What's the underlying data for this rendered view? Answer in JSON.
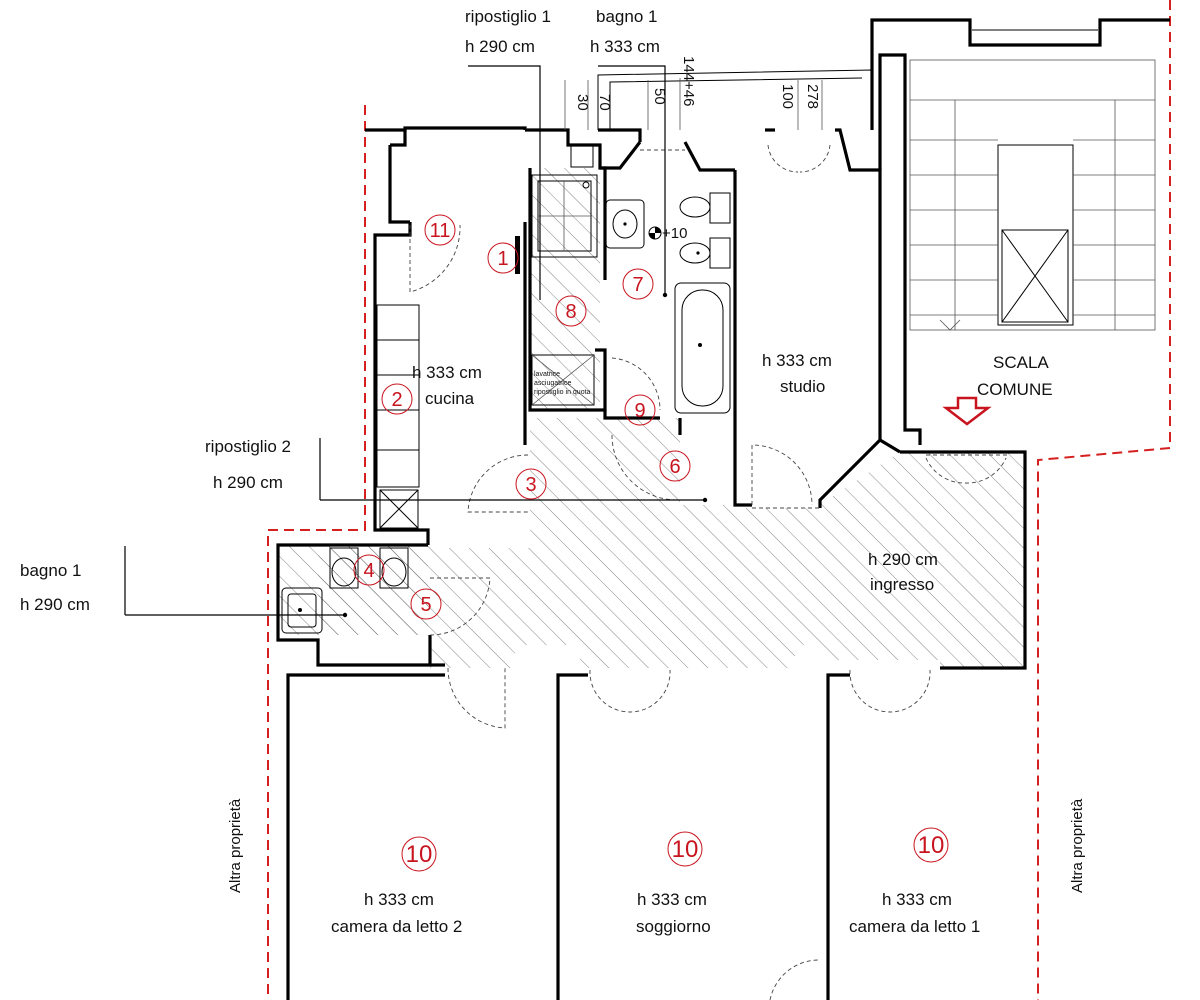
{
  "colors": {
    "accent": "#c8141e",
    "boundary": "#d62020",
    "ink": "#000000"
  },
  "labels": {
    "ripostiglio1_name": "ripostiglio 1",
    "ripostiglio1_h": "h 290 cm",
    "bagno1_top_name": "bagno 1",
    "bagno1_top_h": "h 333 cm",
    "ripostiglio2_name": "ripostiglio 2",
    "ripostiglio2_h": "h 290 cm",
    "bagno1_left_name": "bagno 1",
    "bagno1_left_h": "h 290 cm",
    "cucina_h": "h 333 cm",
    "cucina_name": "cucina",
    "studio_h": "h 333 cm",
    "studio_name": "studio",
    "scala_1": "SCALA",
    "scala_2": "COMUNE",
    "ingresso_h": "h 290 cm",
    "ingresso_name": "ingresso",
    "camera2_h": "h 333 cm",
    "camera2_name": "camera da letto 2",
    "soggiorno_h": "h 333 cm",
    "soggiorno_name": "soggiorno",
    "camera1_h": "h 333 cm",
    "camera1_name": "camera da letto 1",
    "altra_left": "Altra proprietà",
    "altra_right": "Altra proprietà",
    "appliance_1": "lavatrice",
    "appliance_2": "asciugatrice",
    "appliance_3": "ripostiglio in quota",
    "level_mark": "+10"
  },
  "dimensions": {
    "d30": "30",
    "d70": "70",
    "d50": "50",
    "d144": "144+46",
    "d100": "100",
    "d278": "278"
  },
  "room_numbers": {
    "n1": "1",
    "n2": "2",
    "n3": "3",
    "n4": "4",
    "n5": "5",
    "n6": "6",
    "n7": "7",
    "n8": "8",
    "n9": "9",
    "n10a": "10",
    "n10b": "10",
    "n10c": "10",
    "n11": "11"
  }
}
